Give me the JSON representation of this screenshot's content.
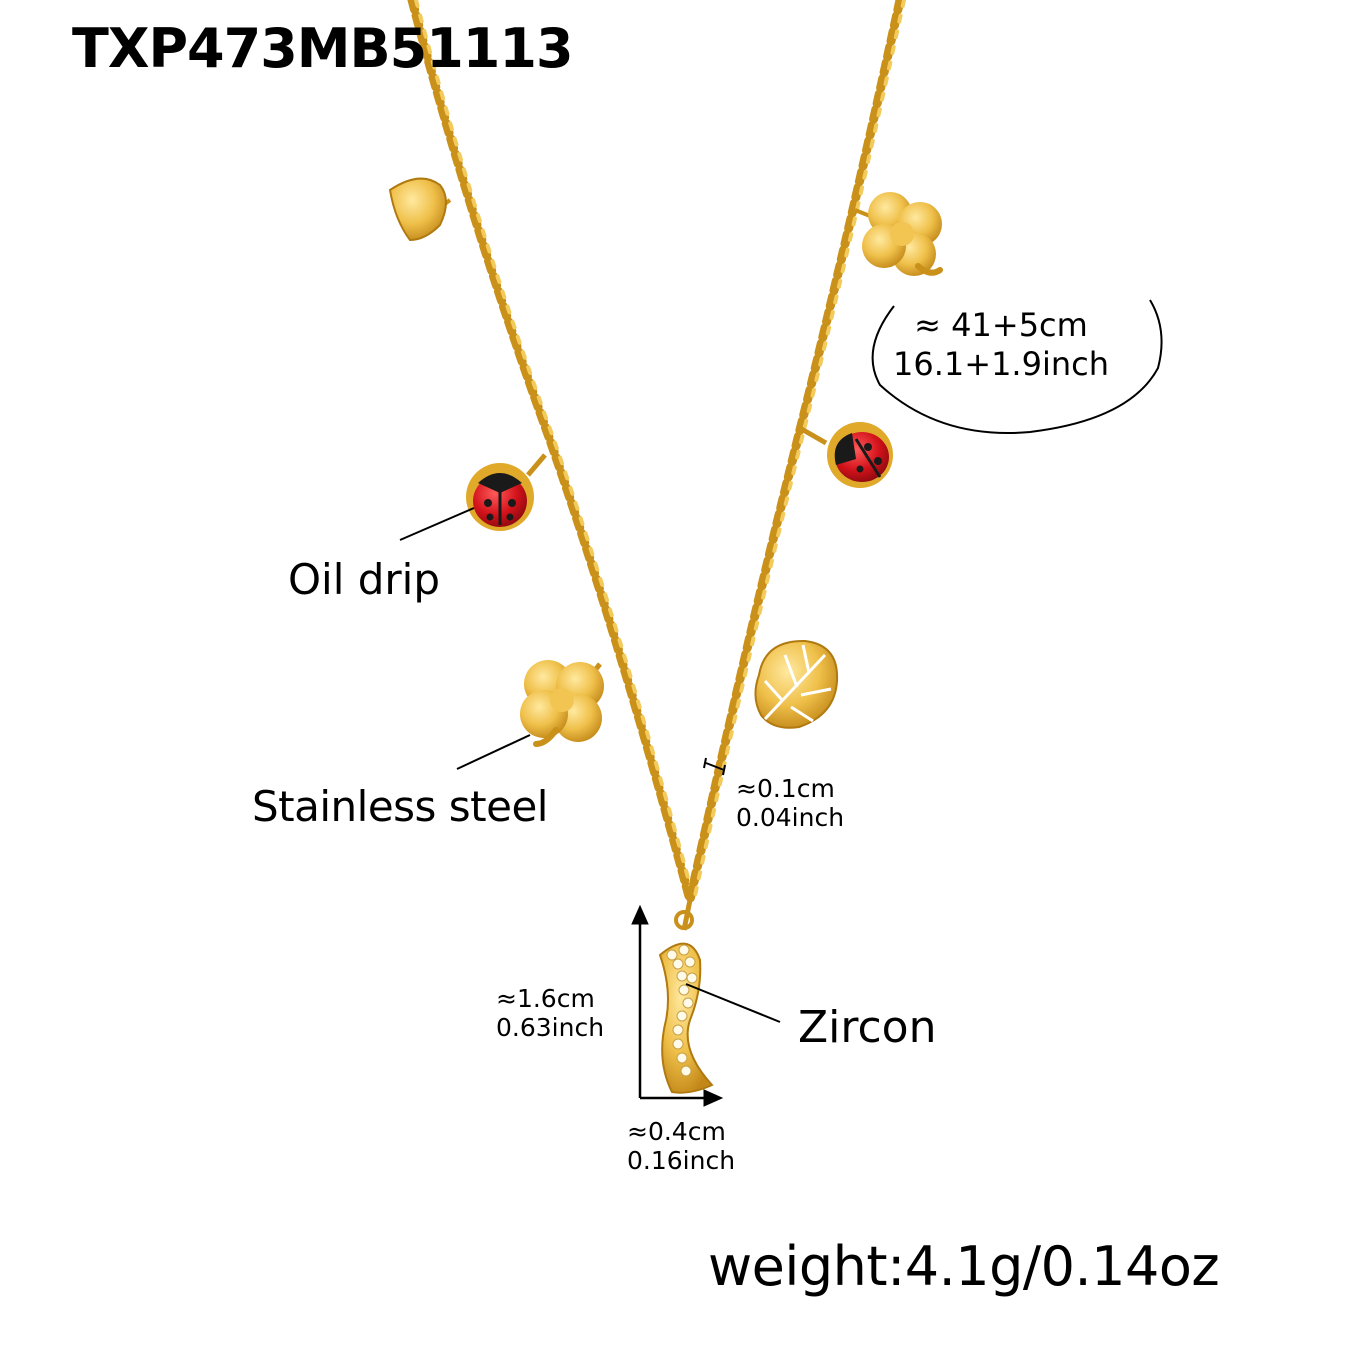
{
  "product_code": "TXP473MB51113",
  "labels": {
    "oil_drip": "Oil drip",
    "stainless_steel": "Stainless steel",
    "zircon": "Zircon"
  },
  "dimensions": {
    "length_cm": "≈ 41+5cm",
    "length_inch": "16.1+1.9inch",
    "chain_width_cm": "≈0.1cm",
    "chain_width_inch": "0.04inch",
    "pendant_height_cm": "≈1.6cm",
    "pendant_height_inch": "0.63inch",
    "pendant_width_cm": "≈0.4cm",
    "pendant_width_inch": "0.16inch"
  },
  "weight": "weight:4.1g/0.14oz",
  "colors": {
    "gold": "#e0a92a",
    "gold_light": "#f5d26a",
    "gold_dark": "#b07a10",
    "enamel_red": "#c8141c",
    "enamel_black": "#1a1a1a"
  },
  "charms": [
    "heart-charm",
    "clover-charm",
    "ladybug-charm",
    "ladybug-charm",
    "clover-charm",
    "monstera-leaf-charm",
    "horn-pendant"
  ]
}
